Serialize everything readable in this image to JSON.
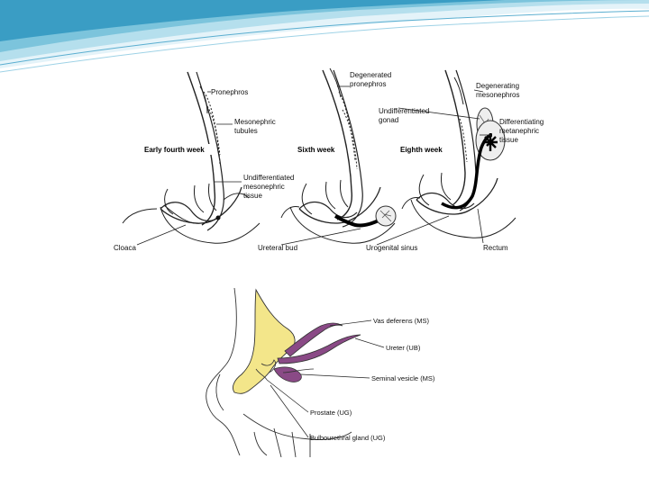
{
  "top_figure": {
    "stage_labels": {
      "early_fourth_week": "Early fourth week",
      "sixth_week": "Sixth week",
      "eighth_week": "Eighth week"
    },
    "labels": {
      "pronephros": "Pronephros",
      "mesonephric_tubules_1": "Mesonephric",
      "mesonephric_tubules_2": "tubules",
      "undiff_meso_1": "Undifferentiated",
      "undiff_meso_2": "mesonephric",
      "undiff_meso_3": "tissue",
      "cloaca": "Cloaca",
      "degenerated_pronephros_1": "Degenerated",
      "degenerated_pronephros_2": "pronephros",
      "ureteral_bud": "Ureteral bud",
      "undiff_gonad_1": "Undifferentiated",
      "undiff_gonad_2": "gonad",
      "degenerating_meso_1": "Degenerating",
      "degenerating_meso_2": "mesonephros",
      "diff_meta_1": "Differentiating",
      "diff_meta_2": "metanephric",
      "diff_meta_3": "tissue",
      "urogenital_sinus": "Urogenital sinus",
      "rectum": "Rectum"
    }
  },
  "bottom_figure": {
    "labels": {
      "vas_deferens": "Vas deferens (MS)",
      "ureter": "Ureter (UB)",
      "seminal_vesicle": "Seminal vesicle (MS)",
      "prostate": "Prostate (UG)",
      "bulbourethral": "Bulbourethral gland (UG)"
    },
    "colors": {
      "urogenital_sinus_fill": "#f3e68a",
      "mesonephric_duct_fill": "#8a4a86"
    }
  },
  "banner": {
    "colors": {
      "light": "#d8eef7",
      "mid": "#7cc4dc",
      "dark": "#3a9dc4"
    }
  }
}
